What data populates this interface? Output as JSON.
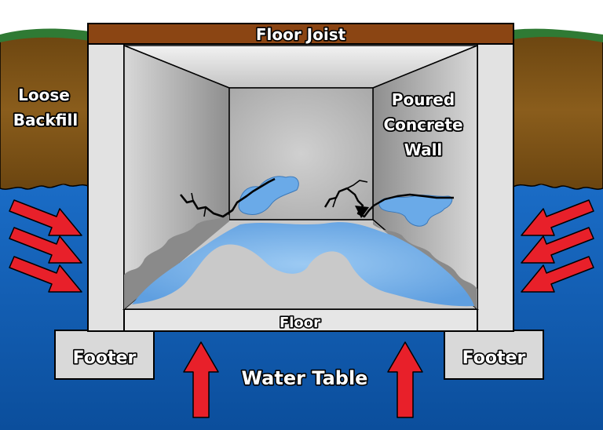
{
  "labels": {
    "floor_joist": "Floor Joist",
    "loose_backfill_line1": "Loose",
    "loose_backfill_line2": "Backfill",
    "poured_concrete_line1": "Poured",
    "poured_concrete_line2": "Concrete",
    "poured_concrete_line3": "Wall",
    "floor": "Floor",
    "footer_left": "Footer",
    "footer_right": "Footer",
    "water_table": "Water Table"
  },
  "colors": {
    "sky": "#ffffff",
    "grass": "#2f7a34",
    "soil": "#7b5214",
    "water": "#1560b8",
    "joist": "#8b4513",
    "concrete": "#e2e2e2",
    "floor_water": "#7fb6ea",
    "arrow": "#e8202a"
  },
  "icons": {
    "pressure_arrow": "red-arrow-icon",
    "crack": "crack-icon"
  }
}
